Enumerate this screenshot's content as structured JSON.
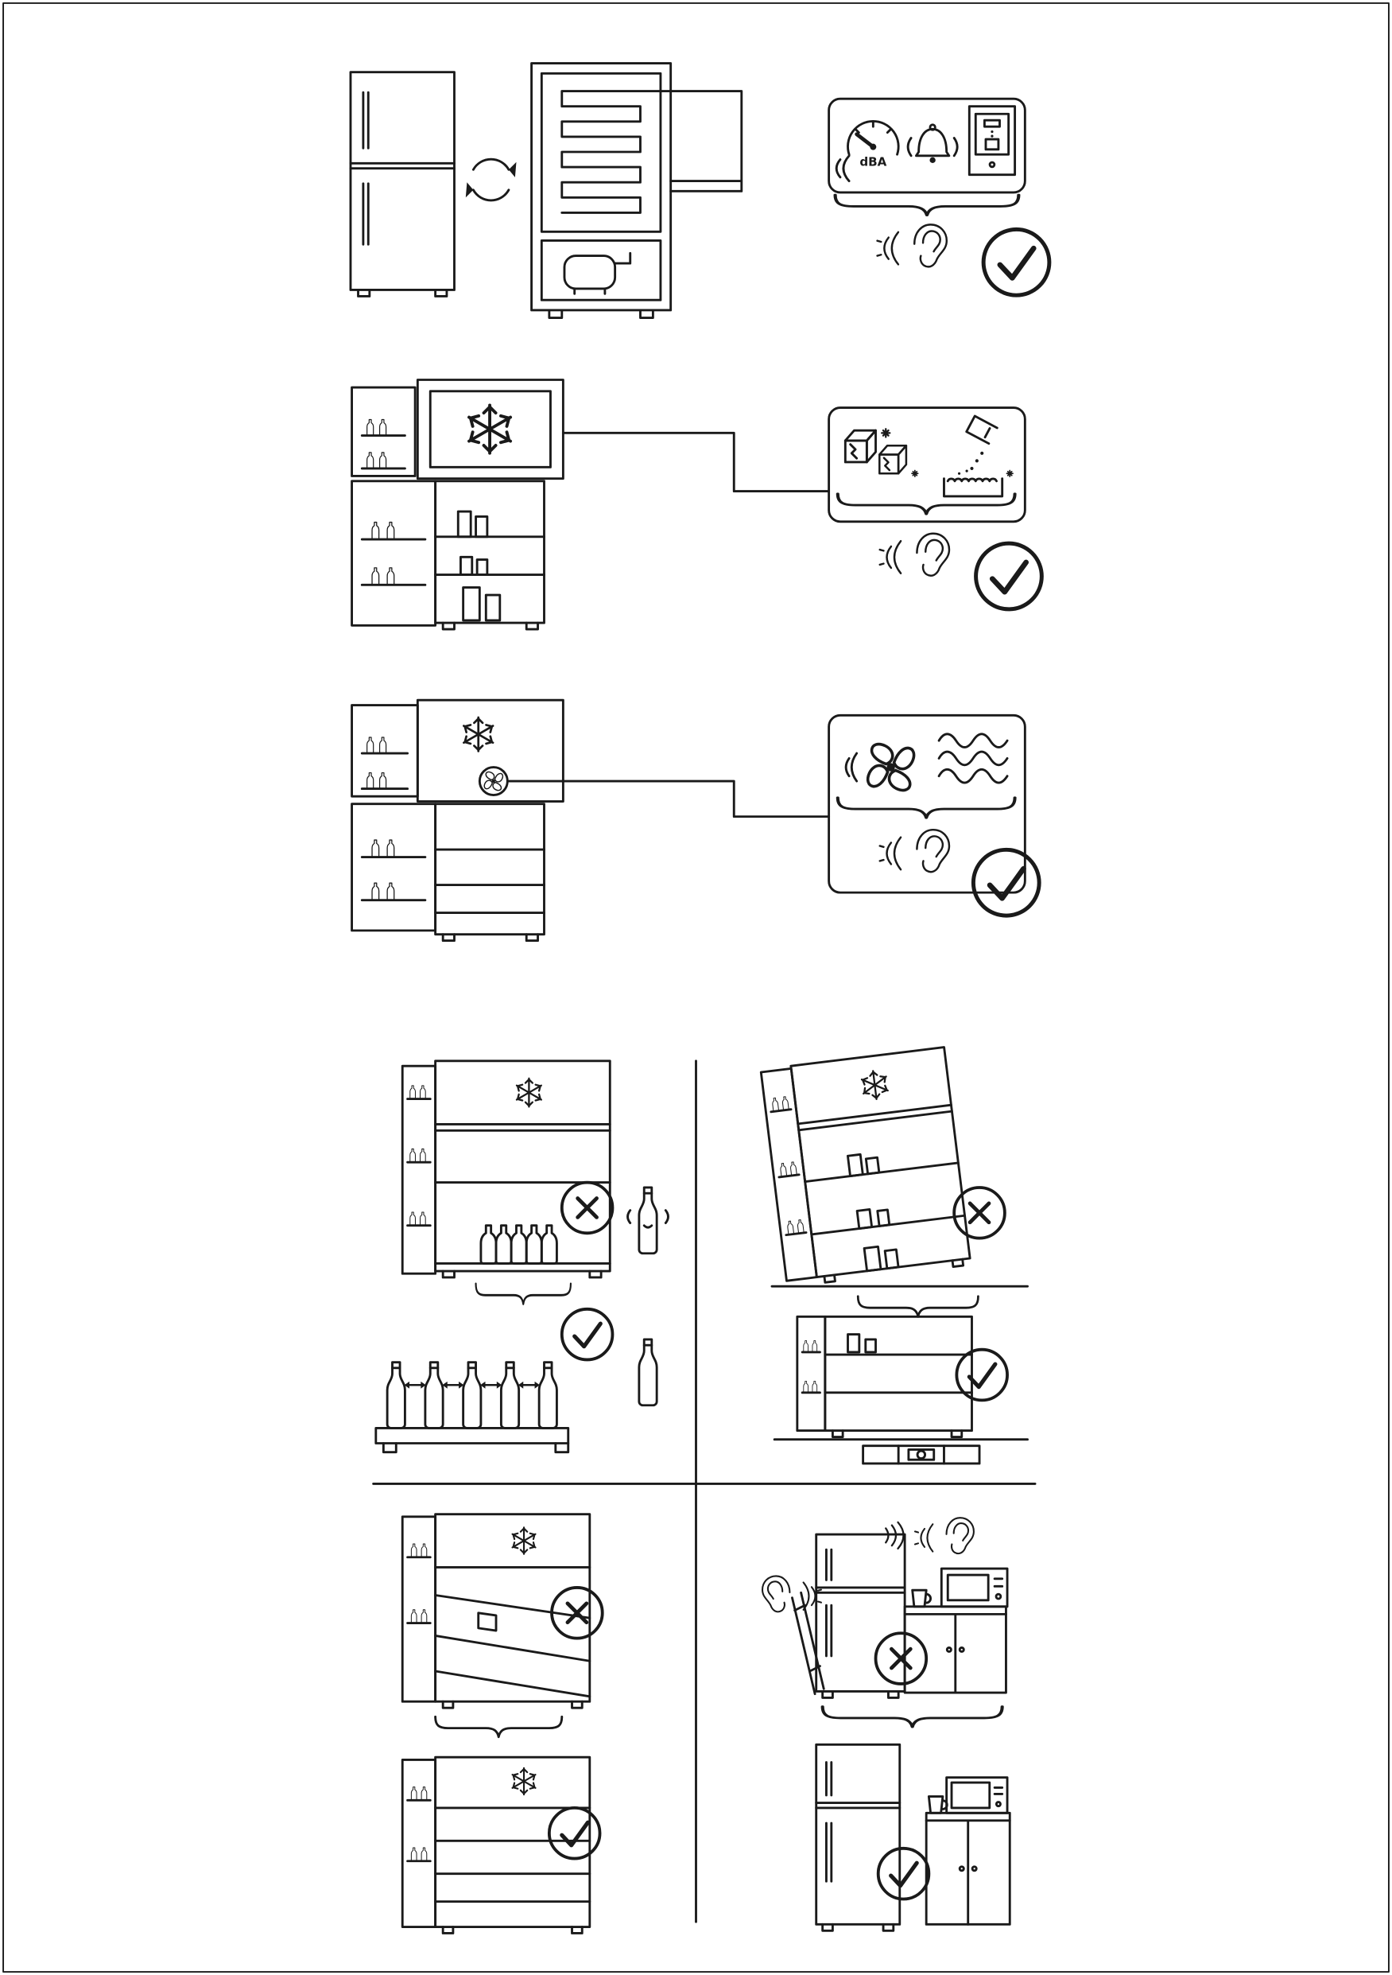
{
  "page": {
    "background": "#ffffff",
    "ink": "#1a1a1a"
  },
  "labels": {
    "dba": "dBA"
  },
  "sections": [
    {
      "id": "compressor-cycle-noise",
      "icons": [
        "refrigerator-closed",
        "cycle-arrows",
        "evaporator-coil",
        "compressor",
        "decibel-gauge",
        "bell",
        "ice-water-dispenser",
        "listening-ear",
        "check-mark"
      ],
      "verdict": "check"
    },
    {
      "id": "freezer-food-noise",
      "icons": [
        "refrigerator-open",
        "snowflake",
        "ice-cubes-cracking",
        "liquid-pouring",
        "listening-ear",
        "check-mark"
      ],
      "verdict": "check"
    },
    {
      "id": "fan-airflow-noise",
      "icons": [
        "refrigerator-open",
        "snowflake",
        "fan-location",
        "fan",
        "air-waves",
        "listening-ear",
        "check-mark"
      ],
      "verdict": "check"
    },
    {
      "id": "bottles-placement",
      "wrong": "bottles-touching",
      "right": "bottles-spaced-apart",
      "icons": [
        "bottle",
        "double-arrow",
        "cross-mark",
        "check-mark"
      ]
    },
    {
      "id": "leveling",
      "wrong": "fridge-tilted",
      "right": "fridge-level",
      "icons": [
        "spirit-level",
        "cross-mark",
        "check-mark"
      ]
    },
    {
      "id": "shelf-alignment",
      "wrong": "shelves-misaligned",
      "right": "shelves-level",
      "icons": [
        "snowflake",
        "cross-mark",
        "check-mark"
      ]
    },
    {
      "id": "clearance-from-furniture",
      "wrong": "fridge-touching-cabinet",
      "right": "fridge-with-gap",
      "icons": [
        "listening-ear",
        "vibration-waves",
        "leaning-board",
        "microwave",
        "cabinet",
        "cup",
        "cross-mark",
        "check-mark"
      ]
    }
  ]
}
